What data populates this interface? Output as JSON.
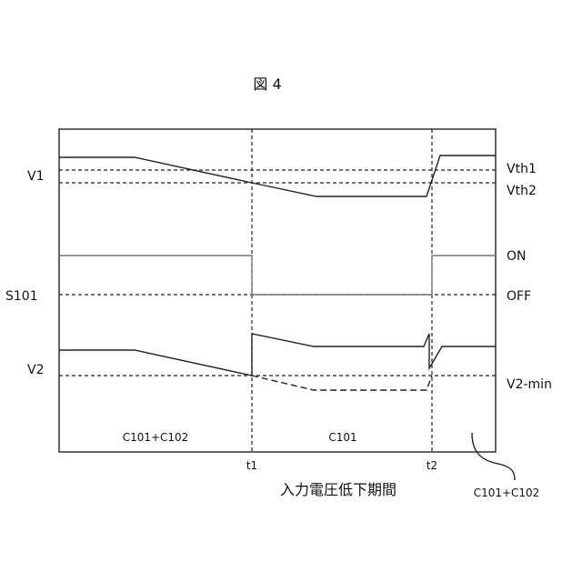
{
  "figure_title": "図 4",
  "left_labels": {
    "v1": "V1",
    "s101": "S101",
    "v2": "V2"
  },
  "right_labels": {
    "vth1": "Vth1",
    "vth2": "Vth2",
    "on": "ON",
    "off": "OFF",
    "v2min": "V2-min"
  },
  "region_labels": {
    "first": "C101+C102",
    "second": "C101"
  },
  "time_labels": {
    "t1": "t1",
    "t2": "t2"
  },
  "period_label": "入力電圧低下期間",
  "callout_label": "C101+C102"
}
